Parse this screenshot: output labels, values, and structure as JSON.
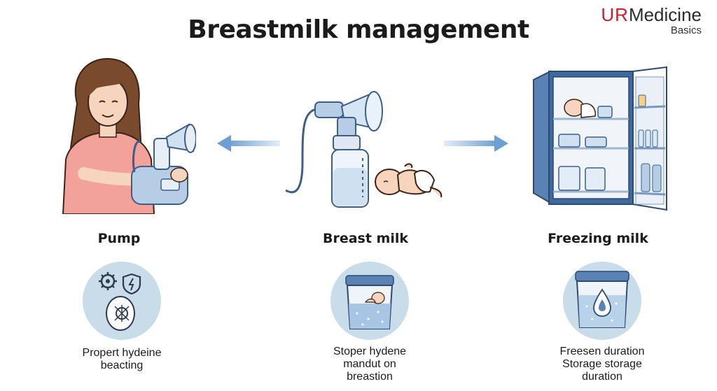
{
  "title": "Breastmilk management",
  "brand": {
    "ur": "UR",
    "name": "Medicine",
    "sub": "Basics"
  },
  "panels": [
    {
      "label": "Pump",
      "caption": "Propert hydeine\nbeacting",
      "icons": [
        "gear-icon",
        "shield-icon",
        "germ-icon"
      ]
    },
    {
      "label": "Breast milk",
      "caption": "Stoper hydene\nmandut on\nbreastion",
      "icons": [
        "milk-container-icon",
        "baby-icon"
      ]
    },
    {
      "label": "Freezing milk",
      "caption": "Freesen duration\nStorage storage\nduration",
      "icons": [
        "frozen-container-icon",
        "drop-icon"
      ]
    }
  ],
  "colors": {
    "accent_blue": "#5b8ec4",
    "circle_bg": "#c9dcea",
    "arrow": "#8fb4da",
    "brand_red": "#c8202f"
  }
}
